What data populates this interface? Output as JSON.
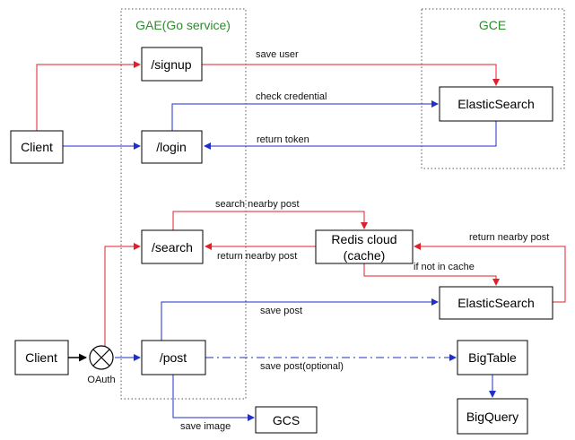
{
  "regions": {
    "gae": "GAE(Go service)",
    "gce": "GCE"
  },
  "boxes": {
    "client_top": "Client",
    "signup": "/signup",
    "login": "/login",
    "elastic_top": "ElasticSearch",
    "search": "/search",
    "redis_line1": "Redis cloud",
    "redis_line2": "(cache)",
    "elastic_bottom": "ElasticSearch",
    "client_bottom": "Client",
    "post": "/post",
    "bigtable": "BigTable",
    "bigquery": "BigQuery",
    "gcs": "GCS"
  },
  "edges": {
    "save_user": "save user",
    "check_credential": "check credential",
    "return_token": "return token",
    "search_nearby_post": "search nearby post",
    "return_nearby_post_left": "return nearby post",
    "return_nearby_post_right": "return nearby post",
    "if_not_in_cache": "if not in cache",
    "save_post": "save post",
    "save_post_optional": "save post(optional)",
    "save_image": "save image",
    "oauth": "OAuth"
  },
  "colors": {
    "red_flow": "#e0202a",
    "blue_flow": "#1f2fc8",
    "region_title": "#2e8b2e"
  }
}
